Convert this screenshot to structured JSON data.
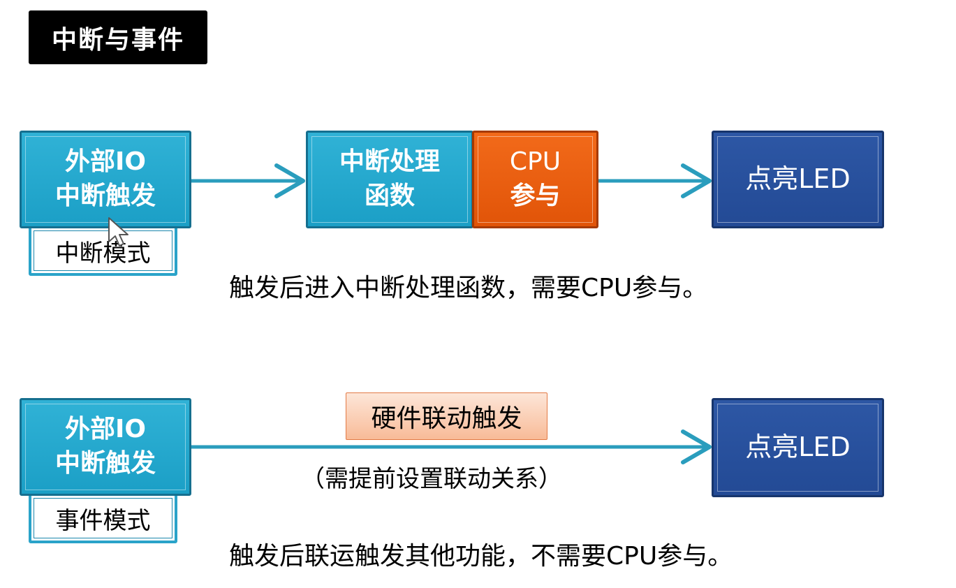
{
  "title": "中断与事件",
  "interrupt_flow": {
    "source_line1": "外部IO",
    "source_line2": "中断触发",
    "mode": "中断模式",
    "handler_line1": "中断处理",
    "handler_line2": "函数",
    "cpu_line1": "CPU",
    "cpu_line2": "参与",
    "target": "点亮LED",
    "caption": "触发后进入中断处理函数，需要CPU参与。"
  },
  "event_flow": {
    "source_line1": "外部IO",
    "source_line2": "中断触发",
    "mode": "事件模式",
    "link_label": "硬件联动触发",
    "link_note": "（需提前设置联动关系）",
    "target": "点亮LED",
    "caption": "触发后联运触发其他功能，不需要CPU参与。"
  },
  "colors": {
    "teal": "#1fa5cc",
    "orange": "#e8580c",
    "navy": "#26499a",
    "arrow": "#2a9dbd",
    "label_fill": "#f9c4a5"
  },
  "icons": [
    "arrow-right-icon",
    "mouse-cursor-icon"
  ]
}
